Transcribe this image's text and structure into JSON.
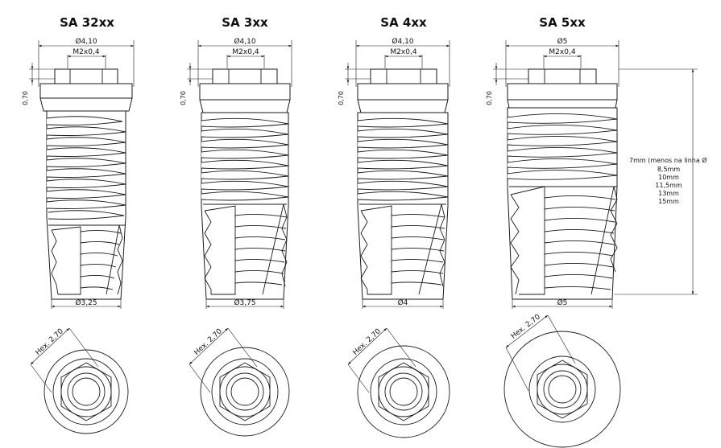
{
  "implants": [
    {
      "title": "SA 32xx",
      "platform_diameter": "Ø4,10",
      "screw": "M2x0,4",
      "collar": "0,70",
      "apex_diameter": "Ø3,25",
      "hex": "Hex. 2,70"
    },
    {
      "title": "SA 3xx",
      "platform_diameter": "Ø4,10",
      "screw": "M2x0,4",
      "collar": "0,70",
      "apex_diameter": "Ø3,75",
      "hex": "Hex. 2,70"
    },
    {
      "title": "SA 4xx",
      "platform_diameter": "Ø4,10",
      "screw": "M2x0,4",
      "collar": "0,70",
      "apex_diameter": "Ø4",
      "hex": "Hex. 2,70"
    },
    {
      "title": "SA 5xx",
      "platform_diameter": "Ø5",
      "screw": "M2x0,4",
      "collar": "0,70",
      "apex_diameter": "Ø5",
      "hex": "Hex. 2,70"
    }
  ],
  "lengths": {
    "heading": "7mm (menos na linha Ø",
    "values": [
      "8,5mm",
      "10mm",
      "11,5mm",
      "13mm",
      "15mm"
    ]
  }
}
